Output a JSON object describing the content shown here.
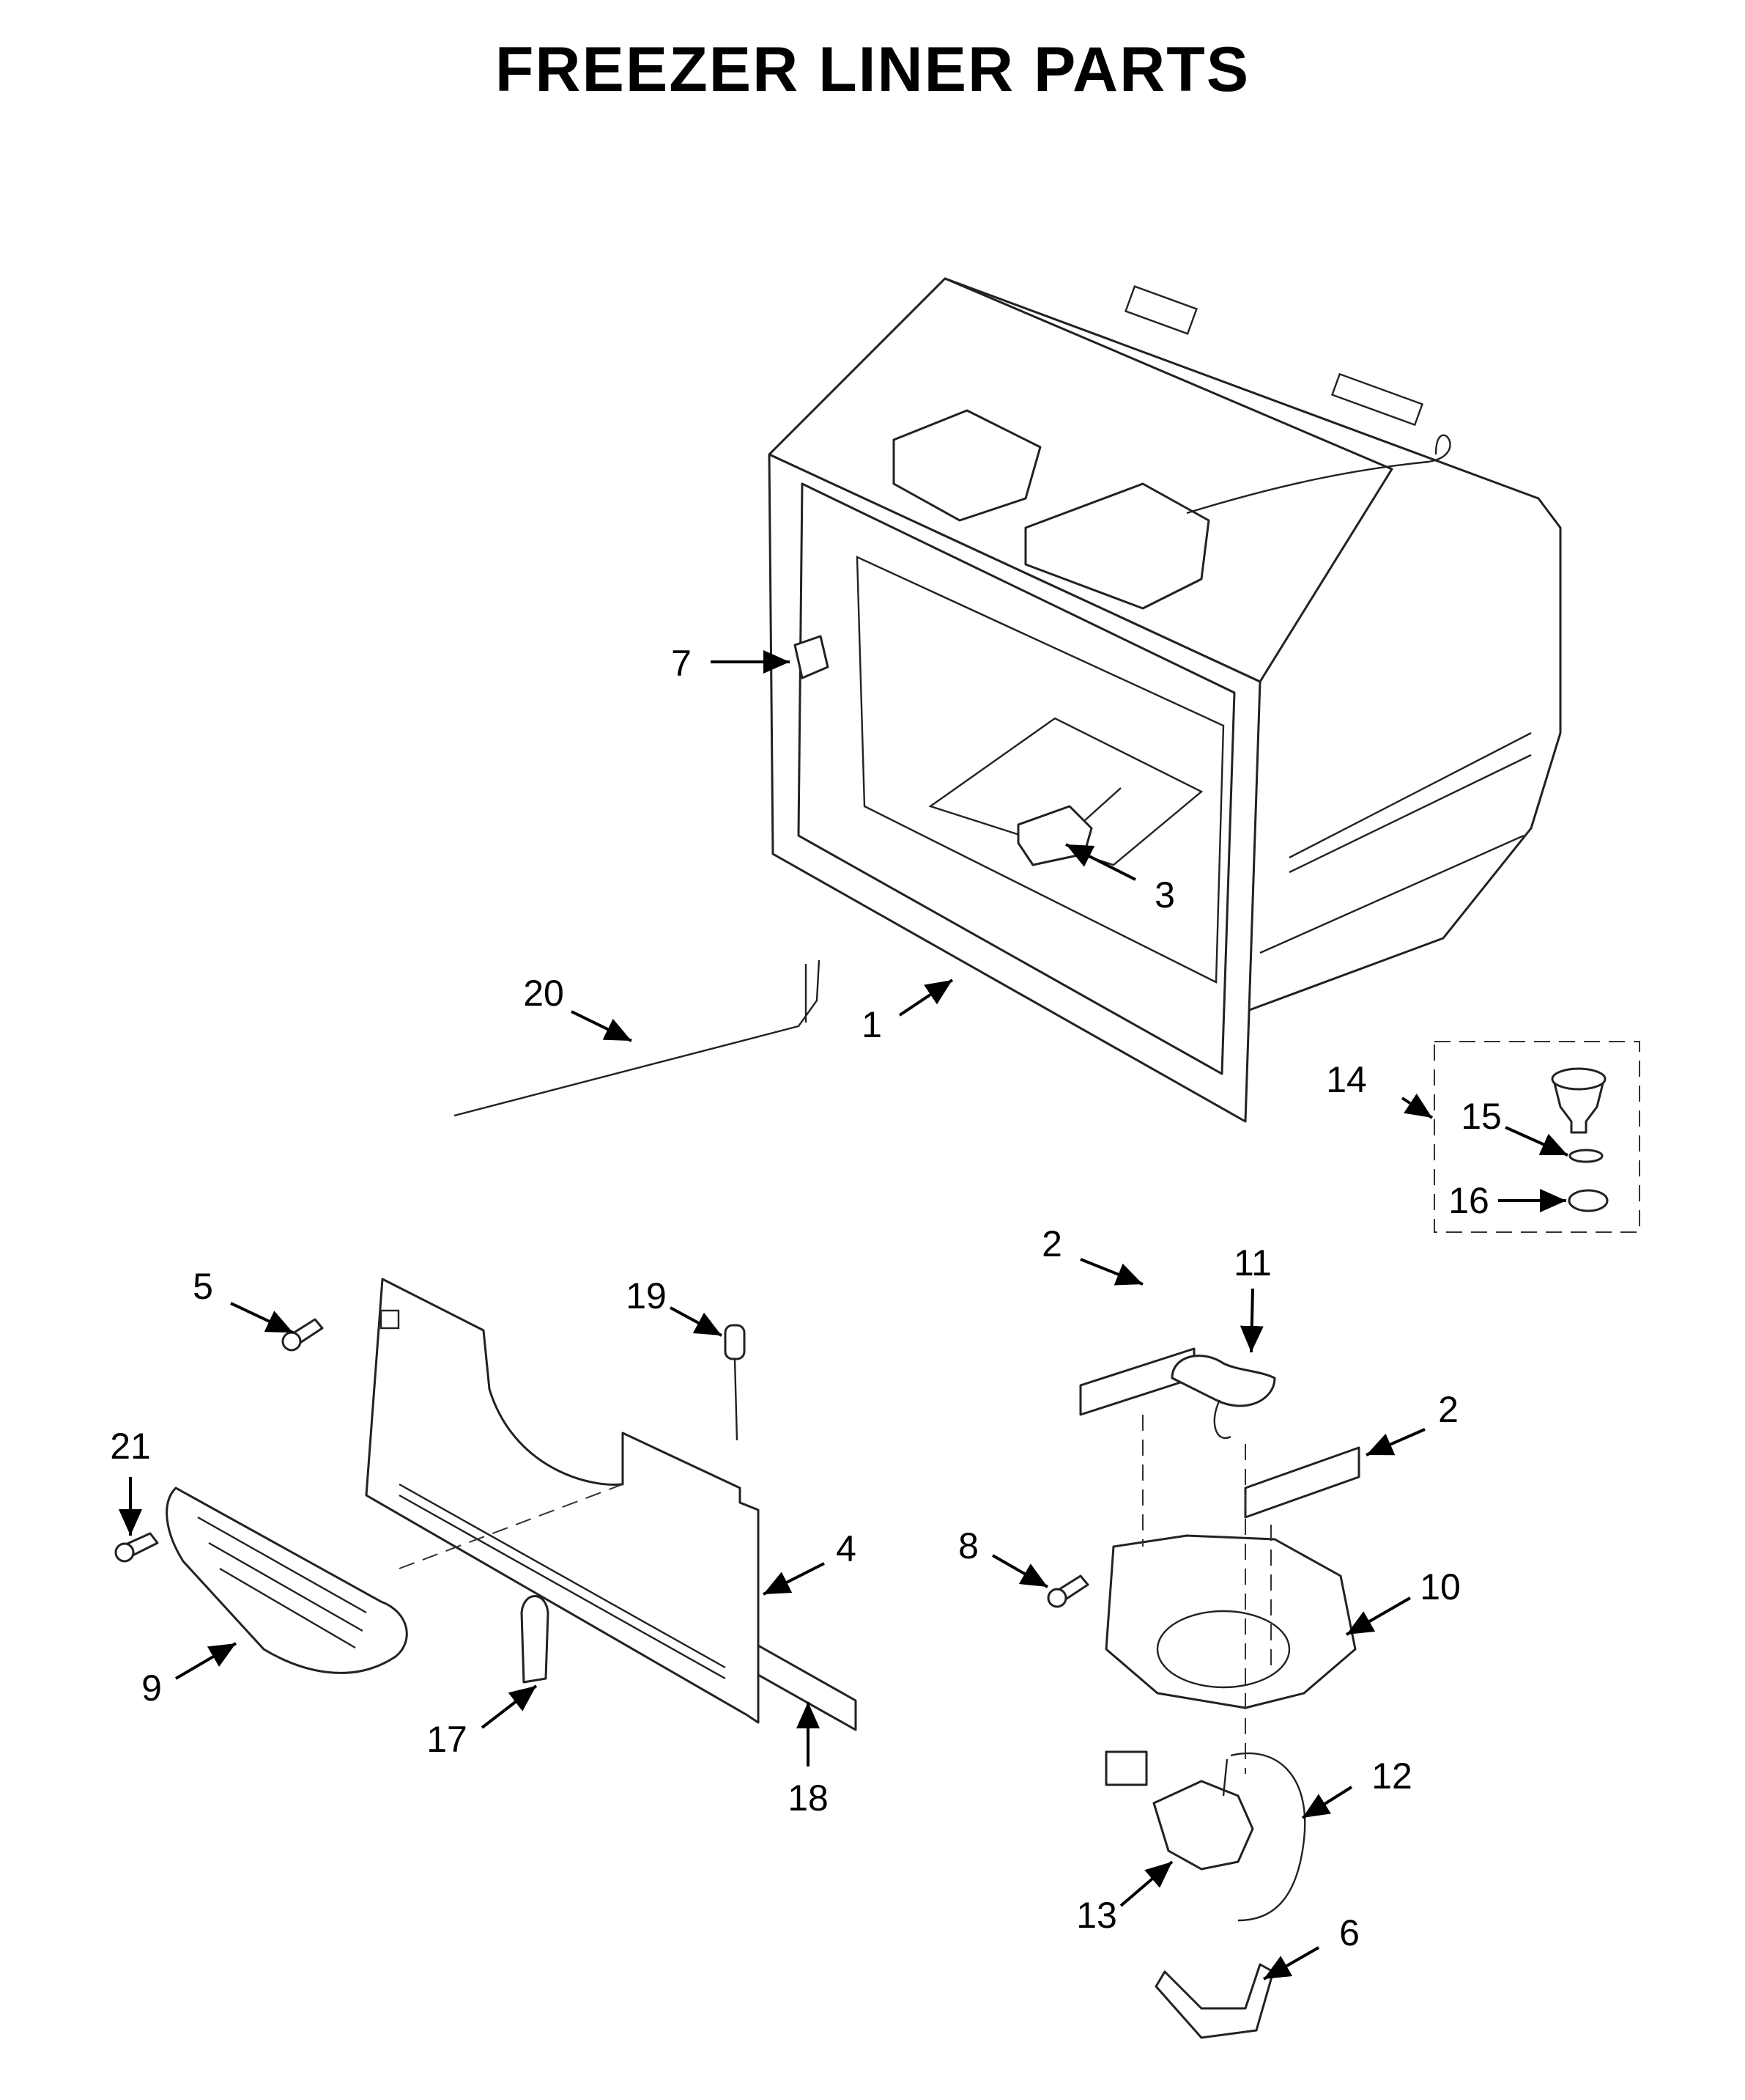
{
  "title": "FREEZER LINER PARTS",
  "colors": {
    "ink": "#000000",
    "paper": "#ffffff"
  },
  "callouts": [
    "7",
    "3",
    "1",
    "20",
    "14",
    "15",
    "16",
    "2",
    "11",
    "5",
    "19",
    "21",
    "8",
    "4",
    "10",
    "9",
    "17",
    "18",
    "12",
    "13",
    "6"
  ]
}
